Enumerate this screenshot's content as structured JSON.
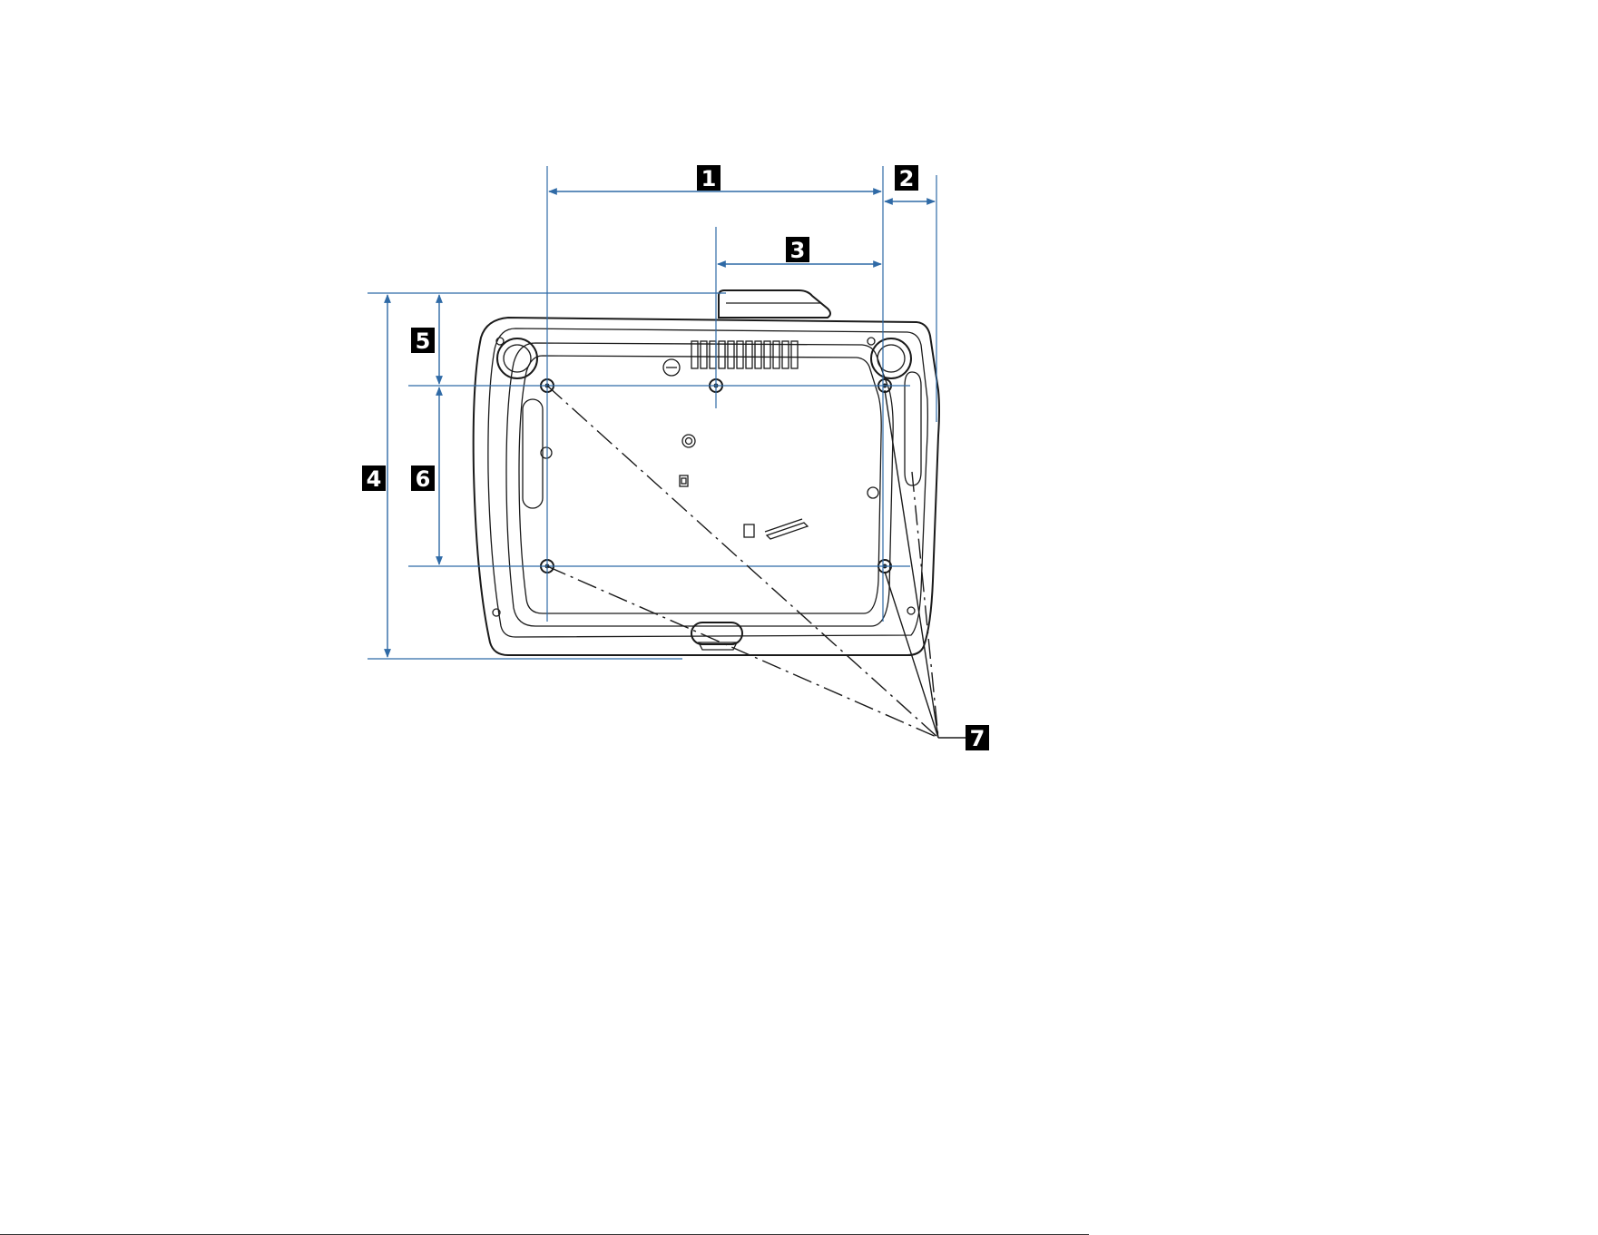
{
  "callouts": {
    "c1": "1",
    "c2": "2",
    "c3": "3",
    "c4": "4",
    "c5": "5",
    "c6": "6",
    "c7": "7"
  },
  "colors": {
    "dimension_line": "#2f6aa6",
    "outline": "#1a1a1a",
    "callout_bg": "#000000",
    "callout_text": "#ffffff"
  }
}
